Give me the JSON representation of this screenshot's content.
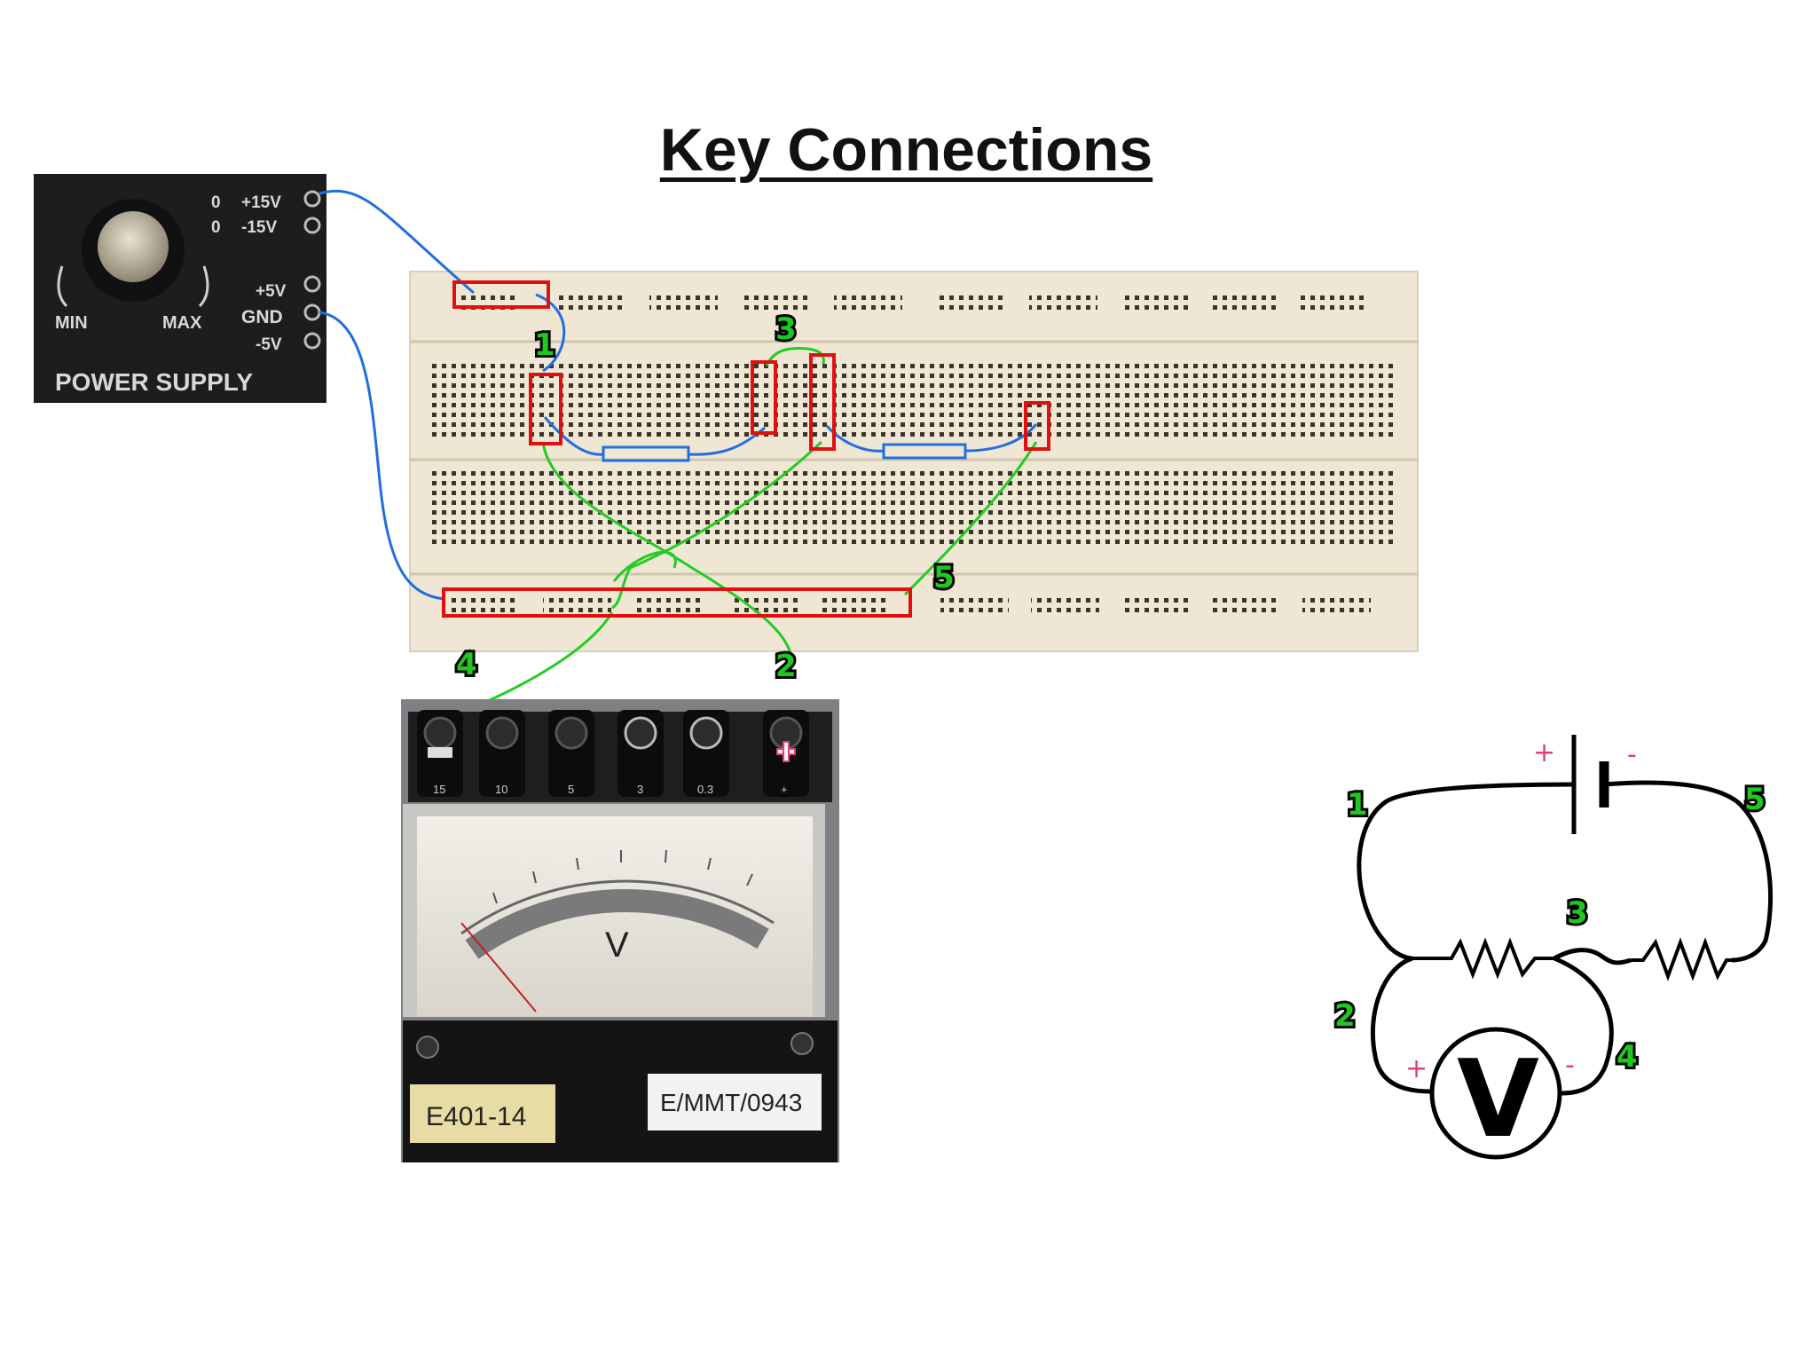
{
  "title": "Key Connections",
  "power_supply": {
    "label": "POWER  SUPPLY",
    "knob_min": "MIN",
    "knob_max": "MAX",
    "terminals": [
      "+15V",
      "-15V",
      "+5V",
      "GND",
      "-5V"
    ],
    "zero_marks": [
      "0",
      "0"
    ]
  },
  "voltmeter": {
    "dial_symbol": "V",
    "tag_left": "E401-14",
    "tag_right": "E/MMT/0943",
    "terminal_labels": [
      "15",
      "10",
      "5",
      "3",
      "0.3",
      "+"
    ]
  },
  "schematic": {
    "meter_symbol": "V",
    "battery_plus": "+",
    "battery_minus": "-",
    "meter_plus": "+",
    "meter_minus": "-"
  },
  "connection_labels": [
    "1",
    "2",
    "3",
    "4",
    "5"
  ],
  "colors": {
    "wire_blue": "#1f6fe0",
    "wire_green": "#22cc22",
    "highlight_red": "#e01010",
    "breadboard": "#efe7d4",
    "label_green": "#1ec81e"
  }
}
